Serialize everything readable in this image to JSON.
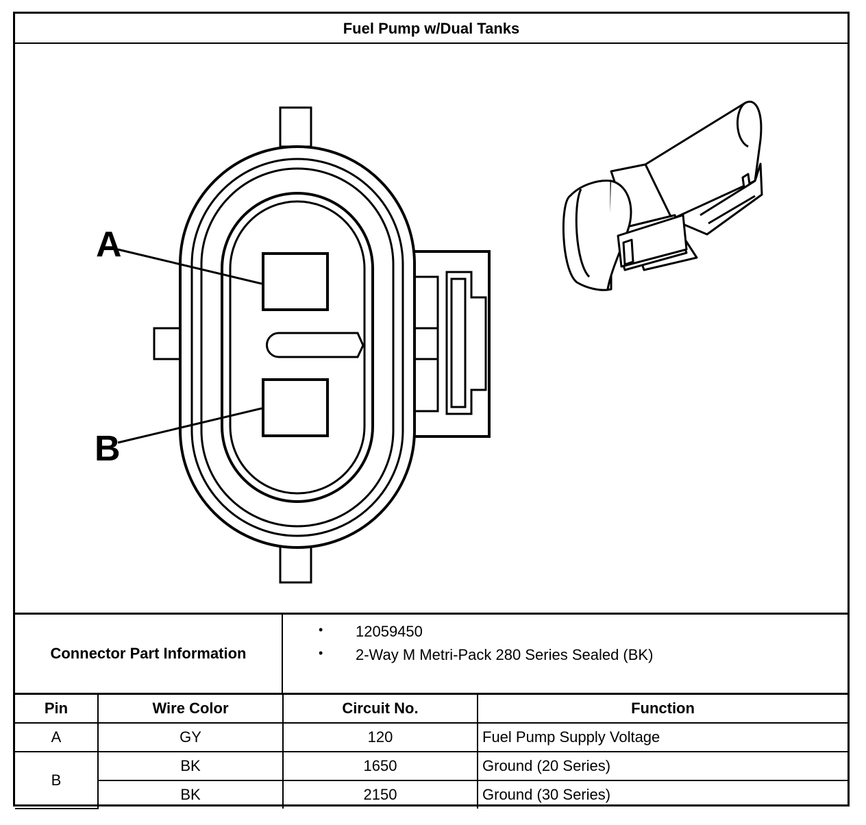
{
  "title": "Fuel Pump w/Dual Tanks",
  "diagram": {
    "callout_a": "A",
    "callout_b": "B"
  },
  "connector_info": {
    "label": "Connector Part Information",
    "items": [
      "12059450",
      "2-Way M Metri-Pack 280 Series Sealed (BK)"
    ],
    "bullet": "•"
  },
  "pin_table": {
    "headers": [
      "Pin",
      "Wire Color",
      "Circuit No.",
      "Function"
    ],
    "rows": [
      {
        "pin": "A",
        "wire_color": "GY",
        "circuit": "120",
        "function": "Fuel Pump Supply Voltage"
      },
      {
        "pin": "B",
        "wire_color": "BK",
        "circuit": "1650",
        "function": "Ground (20 Series)"
      },
      {
        "pin": "",
        "wire_color": "BK",
        "circuit": "2150",
        "function": "Ground (30 Series)"
      }
    ]
  }
}
